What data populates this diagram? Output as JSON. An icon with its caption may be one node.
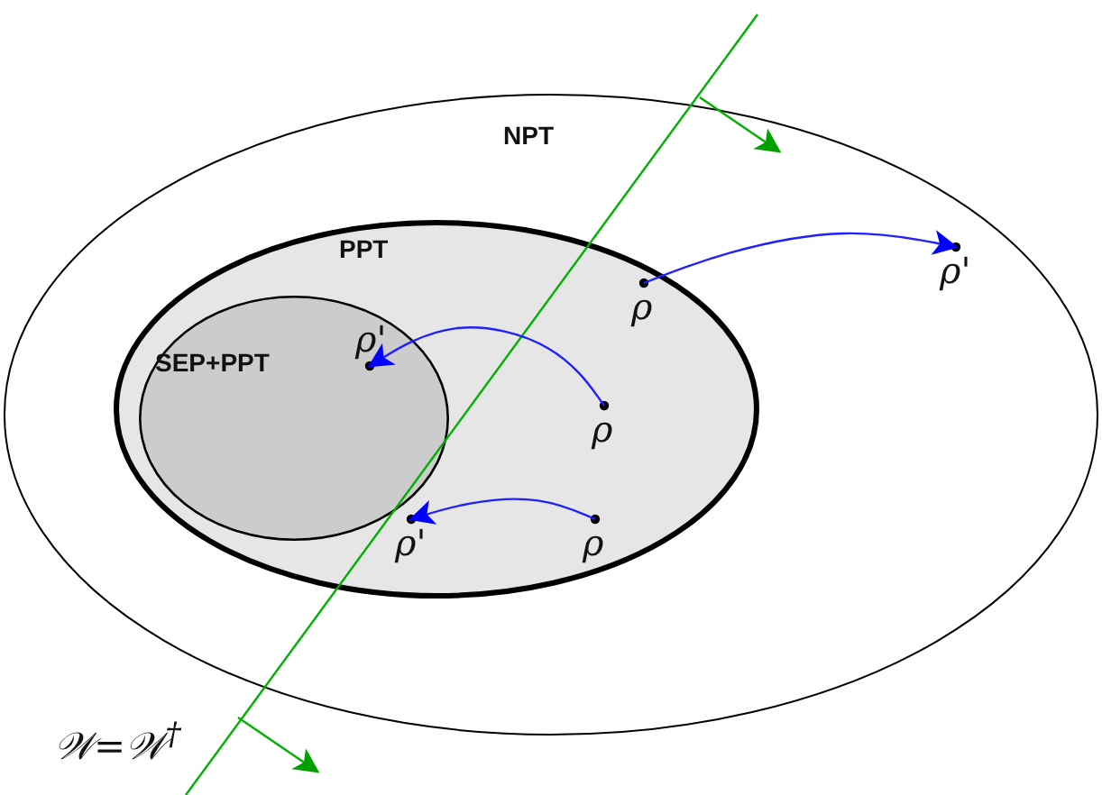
{
  "diagram": {
    "nodes": [
      {
        "text": [
          "NPT"
        ]
      },
      {
        "text": [
          "PPT"
        ],
        "in": 0
      },
      {
        "text": [
          "SEP+PPT"
        ],
        "in": 1
      },
      {
        "text": [
          "ρ"
        ],
        "in": 1
      },
      {
        "text": [
          "ρ'"
        ],
        "in": 0
      },
      {
        "text": [
          "ρ'"
        ],
        "in": 2
      },
      {
        "text": [
          "ρ"
        ],
        "in": 1
      },
      {
        "text": [
          "ρ'"
        ],
        "in": 1
      },
      {
        "text": [
          "ρ"
        ],
        "in": 1
      }
    ],
    "edges": [
      {
        "from": 3,
        "to": 4,
        "arrow": "to"
      },
      {
        "from": 6,
        "to": 5,
        "arrow": "to"
      },
      {
        "from": 8,
        "to": 7,
        "arrow": "to"
      }
    ],
    "labels": [
      "𝒲=𝒲$^{†}$"
    ]
  }
}
